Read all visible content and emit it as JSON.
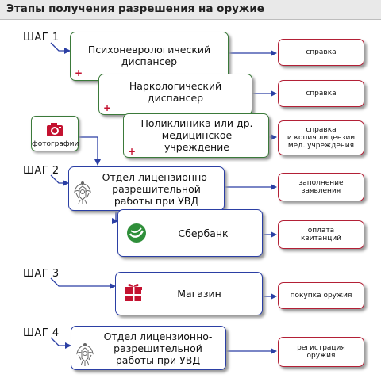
{
  "header": {
    "title": "Этапы получения разрешения на оружие"
  },
  "steps": [
    "ШАГ 1",
    "ШАГ 2",
    "ШАГ 3",
    "ШАГ 4"
  ],
  "nodes": {
    "psycho": "Психоневрологический\nдиспансер",
    "narco": "Наркологический\nдиспансер",
    "clinic": "Поликлиника или др.\nмедицинское учреждение",
    "police1": "Отдел лицензионно-\nразрешительной\nработы при УВД",
    "sber": "Сбербанк",
    "shop": "Магазин",
    "police2": "Отдел лицензионно-\nразрешительной\nработы при УВД"
  },
  "photo": {
    "label": "фотографии"
  },
  "results": {
    "psycho": "справка",
    "narco": "справка",
    "clinic": "справка\nи копия лицензии\nмед. учреждения",
    "police1": "заполнение\nзаявления",
    "sber": "оплата\nквитанций",
    "shop": "покупка оружия",
    "police2": "регистрация\nоружия"
  },
  "colors": {
    "green_border": "#3b7a3a",
    "blue_border": "#2b3fa4",
    "red_border": "#b32036",
    "arrow": "#2b3fa4"
  },
  "icons": {
    "plus": "red-cross-icon",
    "camera": "camera-icon",
    "emblem": "russian-emblem-icon",
    "sber": "sberbank-logo-icon",
    "gift": "gift-box-icon"
  }
}
